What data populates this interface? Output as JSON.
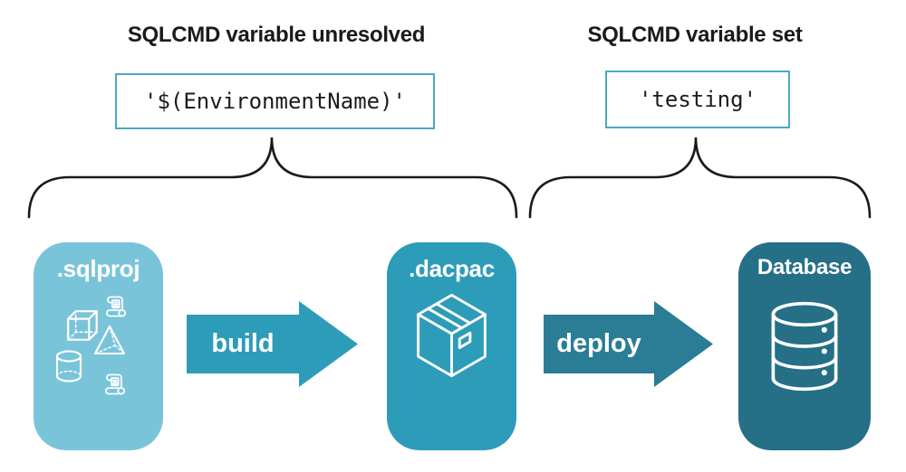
{
  "annotations": {
    "unresolved": {
      "title": "SQLCMD variable unresolved",
      "code": "'$(EnvironmentName)'"
    },
    "set": {
      "title": "SQLCMD variable set",
      "code": "'testing'"
    }
  },
  "pipeline": {
    "nodes": [
      {
        "id": "sqlproj",
        "label": ".sqlproj",
        "icons": [
          "scroll-icon",
          "cube-icon",
          "pyramid-icon",
          "cylinder-icon",
          "scroll-icon"
        ]
      },
      {
        "id": "dacpac",
        "label": ".dacpac",
        "icons": [
          "package-icon"
        ]
      },
      {
        "id": "database",
        "label": "Database",
        "icons": [
          "database-icon"
        ]
      }
    ],
    "arrows": [
      {
        "id": "build",
        "label": "build"
      },
      {
        "id": "deploy",
        "label": "deploy"
      }
    ]
  },
  "colors": {
    "sqlproj_bg": "#7ac4d9",
    "dacpac_bg": "#2d9cb8",
    "database_bg": "#256f87",
    "build_arrow": "#2d9cb8",
    "deploy_arrow": "#2a7d94",
    "codebox_border": "#4aa9c5",
    "brace_stroke": "#1a1a1a",
    "icon_stroke": "#ffffff",
    "text": "#1a1a1a"
  }
}
